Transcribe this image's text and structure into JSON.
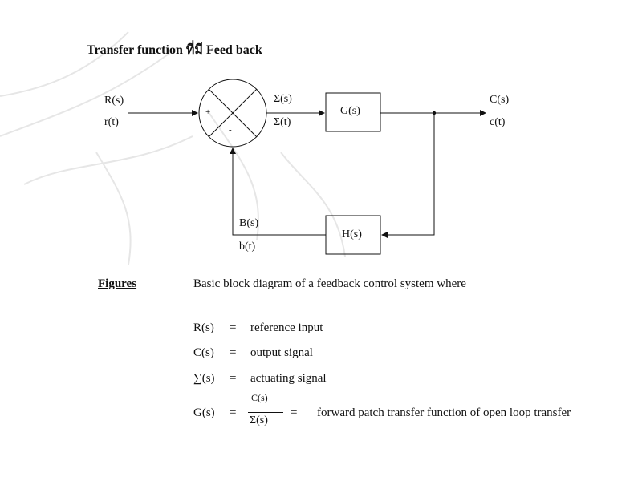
{
  "title": "Transfer function ที่มี Feed back",
  "diagram": {
    "input_s": "R(s)",
    "input_t": "r(t)",
    "sum_plus": "+",
    "sum_minus": "-",
    "error_s": "Σ(s)",
    "error_t": "Σ(t)",
    "forward_block": "G(s)",
    "feedback_block": "H(s)",
    "output_s": "C(s)",
    "output_t": "c(t)",
    "feedback_s": "B(s)",
    "feedback_t": "b(t)"
  },
  "figures": {
    "label": "Figures",
    "caption": "Basic block diagram of a feedback control system where"
  },
  "definitions": [
    {
      "symbol": "R(s)",
      "eq": "=",
      "text": "reference input"
    },
    {
      "symbol": "C(s)",
      "eq": "=",
      "text": "output signal"
    },
    {
      "symbol": "∑(s)",
      "eq": "=",
      "text": "actuating signal"
    },
    {
      "symbol": "G(s)",
      "eq": "=",
      "frac_num": "C(s)",
      "frac_den": "Σ(s)",
      "eq2": "=",
      "text": "forward patch transfer function of open loop transfer"
    }
  ]
}
